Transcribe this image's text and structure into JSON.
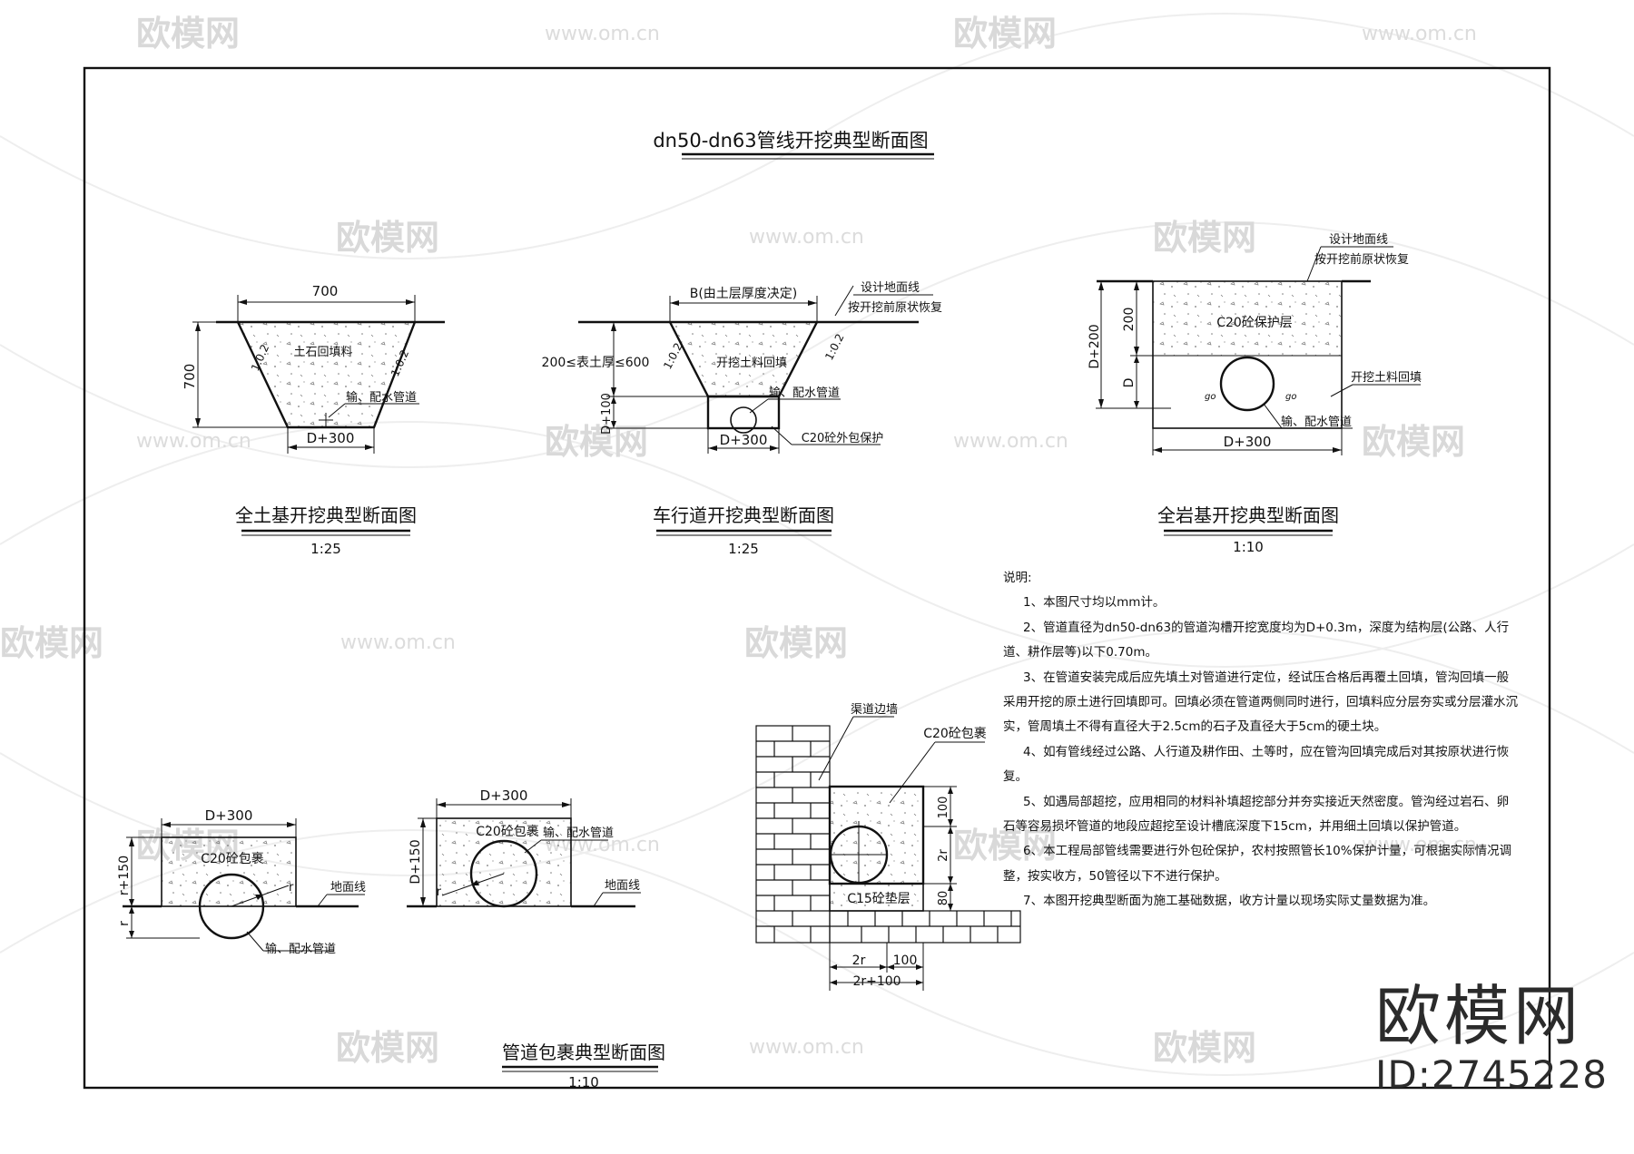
{
  "drawing": {
    "main_title": "dn50-dn63管线开挖典型断面图"
  },
  "watermark": {
    "brand": "欧模网",
    "url": "www.om.cn"
  },
  "corner_brand": {
    "name": "欧模网",
    "id": "ID:2745228"
  },
  "section_soil": {
    "title": "全土基开挖典型断面图",
    "scale": "1:25",
    "dim_top": "700",
    "dim_height": "700",
    "dim_bottom": "D+300",
    "slope_left": "1:0.2",
    "slope_right": "1:0.2",
    "fill_label": "土石回填料",
    "pipe_label": "输、配水管道"
  },
  "section_road": {
    "title": "车行道开挖典型断面图",
    "scale": "1:25",
    "dim_top": "B(由土层厚度决定)",
    "dim_depth": "200≤表土厚≤600",
    "dim_wrap": "D+100",
    "dim_bottom": "D+300",
    "slope_left": "1:0.2",
    "slope_right": "1:0.2",
    "ground_label_1": "设计地面线",
    "ground_label_2": "按开挖前原状恢复",
    "fill_label": "开挖土料回填",
    "pipe_label": "输、配水管道",
    "wrap_label": "C20砼外包保护"
  },
  "section_rock": {
    "title": "全岩基开挖典型断面图",
    "scale": "1:10",
    "ground_label_1": "设计地面线",
    "ground_label_2": "按开挖前原状恢复",
    "protect_label": "C20砼保护层",
    "fill_label": "开挖土料回填",
    "pipe_label": "输、配水管道",
    "dim_200": "200",
    "dim_d": "D",
    "dim_total": "D+200",
    "dim_bottom": "D+300",
    "mark_left": "go",
    "mark_right": "go"
  },
  "section_wrap": {
    "title": "管道包裹典型断面图",
    "scale": "1:10",
    "a_dim_top": "D+300",
    "a_dim_side": "r+150",
    "a_dim_r": "r",
    "a_wrap_label": "C20砼包裹",
    "a_ground": "地面线",
    "a_pipe": "输、配水管道",
    "a_r": "r",
    "b_dim_top": "D+300",
    "b_dim_side": "D+150",
    "b_wrap_label": "C20砼包裹",
    "b_pipe": "输、配水管道",
    "b_ground": "地面线",
    "b_r": "r",
    "c_wall_label": "渠道边墙",
    "c_wrap_label": "C20砼包裹",
    "c_pad_label": "C15砼垫层",
    "c_dim_100": "100",
    "c_dim_2r": "2r",
    "c_dim_80": "80",
    "c_dim_b_2r": "2r",
    "c_dim_b_100": "100",
    "c_dim_b_total": "2r+100"
  },
  "notes": {
    "heading": "说明:",
    "items": [
      "1、本图尺寸均以mm计。",
      "2、管道直径为dn50-dn63的管道沟槽开挖宽度均为D+0.3m，深度为结构层(公路、人行道、耕作层等)以下0.70m。",
      "3、在管道安装完成后应先填土对管道进行定位，经试压合格后再覆土回填，管沟回填一般采用开挖的原土进行回填即可。回填必须在管道两侧同时进行，回填料应分层夯实或分层灌水沉实，管周填土不得有直径大于2.5cm的石子及直径大于5cm的硬土块。",
      "4、如有管线经过公路、人行道及耕作田、土等时，应在管沟回填完成后对其按原状进行恢复。",
      "5、如遇局部超挖，应用相同的材料补填超挖部分并夯实接近天然密度。管沟经过岩石、卵石等容易损坏管道的地段应超挖至设计槽底深度下15cm，并用细土回填以保护管道。",
      "6、本工程局部管线需要进行外包砼保护，农村按照管长10%保护计量，可根据实际情况调整，按实收方，50管径以下不进行保护。",
      "7、本图开挖典型断面为施工基础数据，收方计量以现场实际丈量数据为准。"
    ]
  }
}
